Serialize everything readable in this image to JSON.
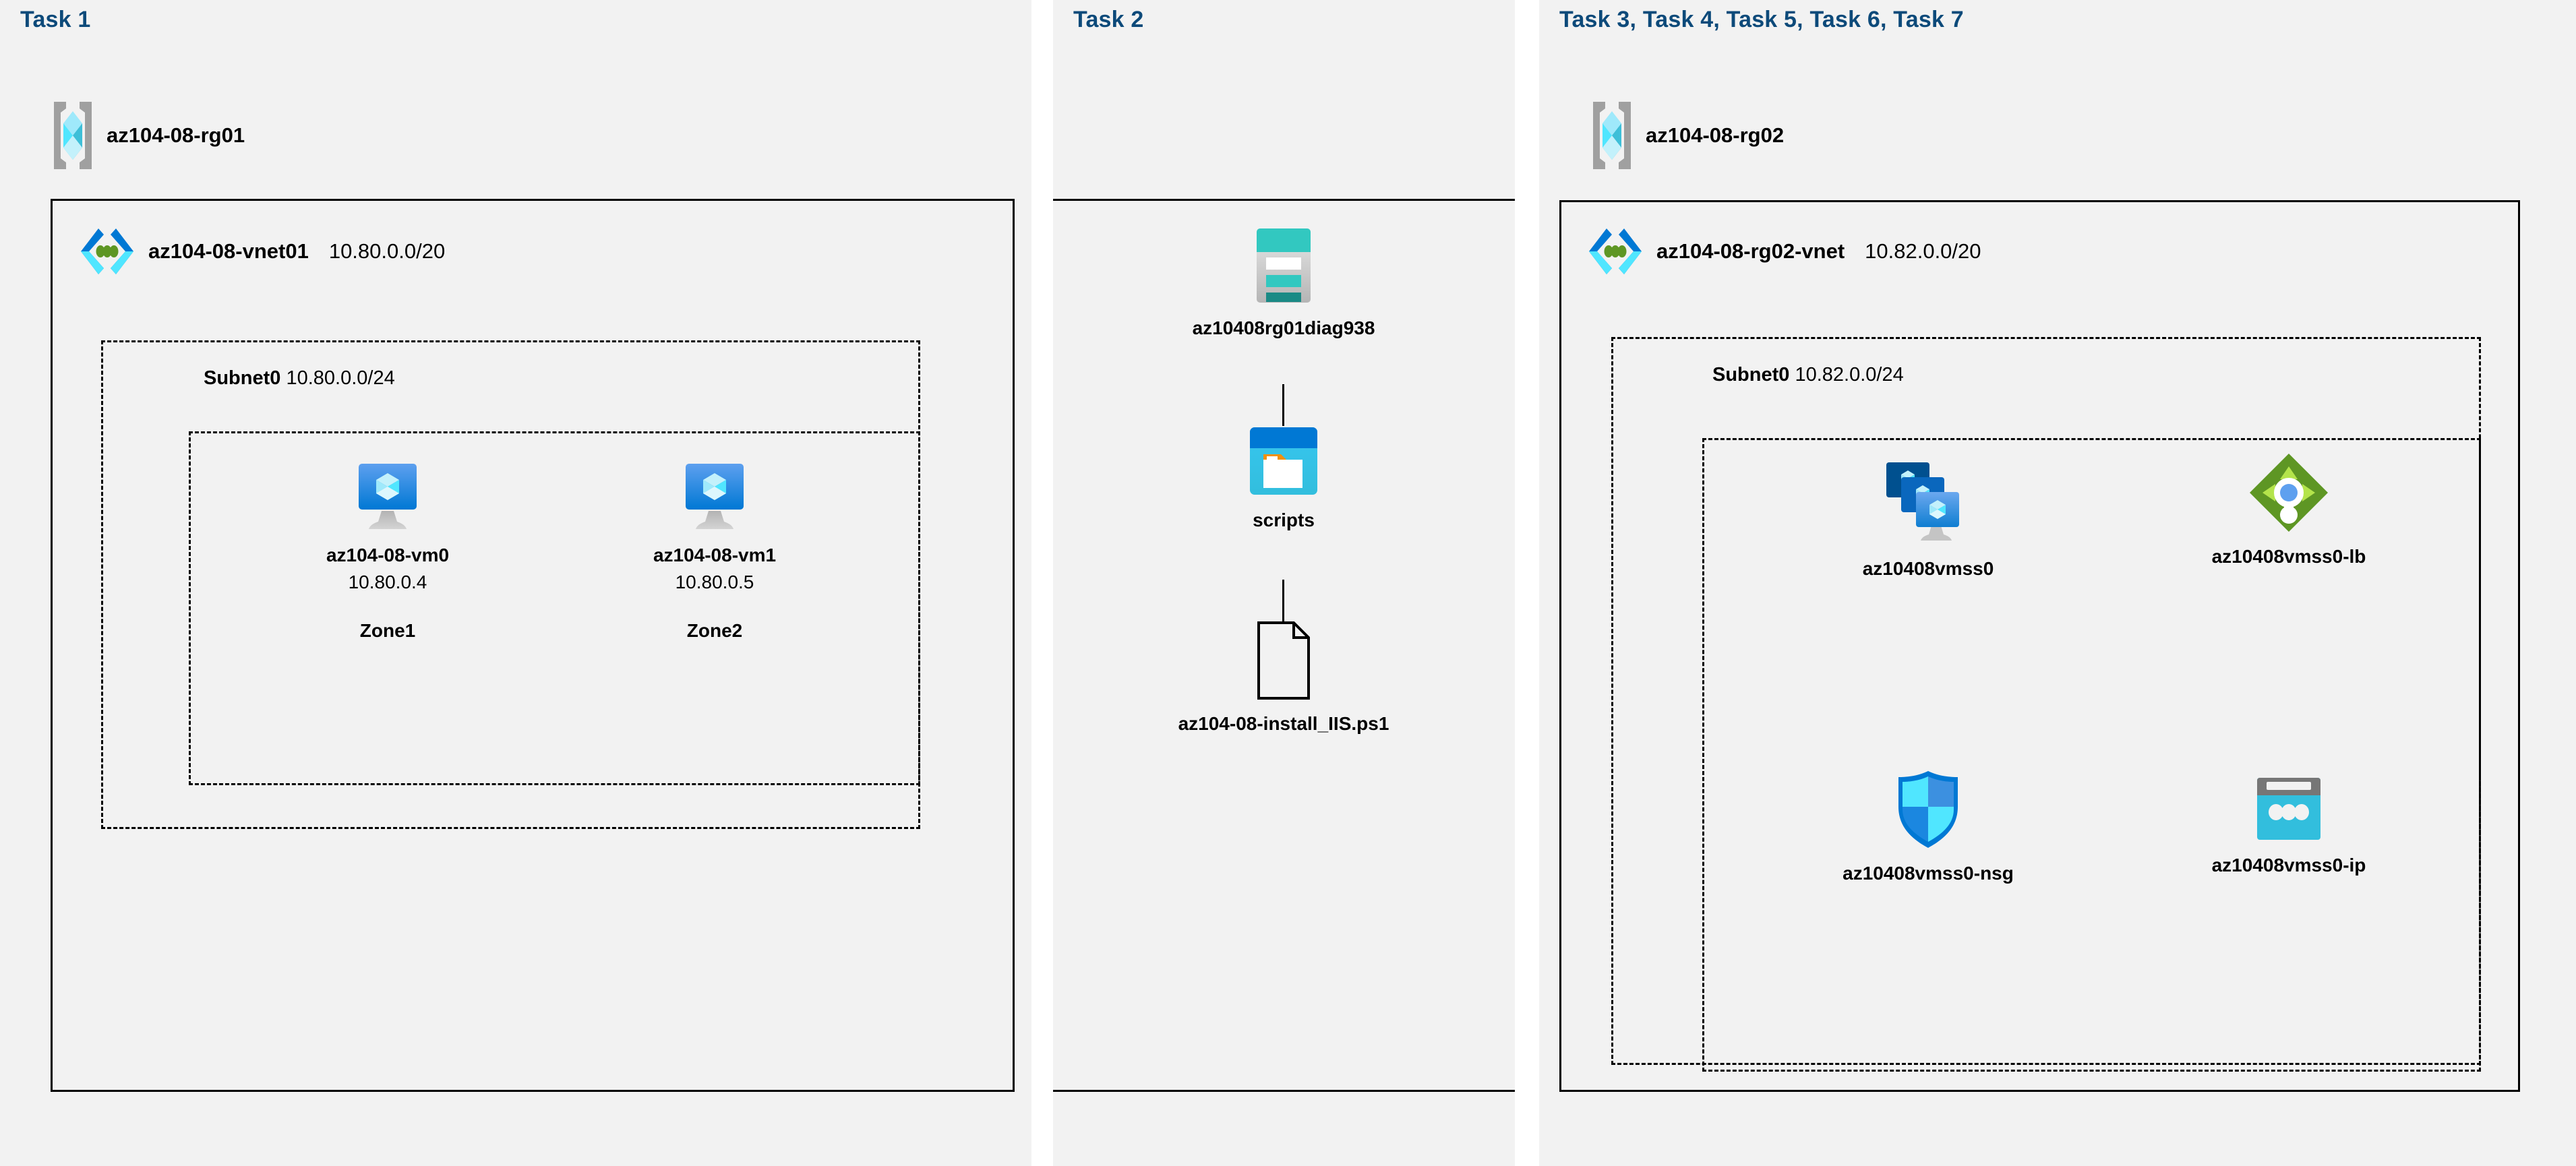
{
  "panels": [
    {
      "heading": "Task 1",
      "resource_group": {
        "name": "az104-08-rg01",
        "icon": "resource-group-icon"
      },
      "vnet": {
        "name": "az104-08-vnet01",
        "cidr": "10.80.0.0/20",
        "icon": "virtual-network-icon"
      },
      "subnet": {
        "name": "Subnet0",
        "cidr": "10.80.0.0/24"
      },
      "vms": [
        {
          "name": "az104-08-vm0",
          "ip": "10.80.0.4",
          "zone": "Zone1",
          "icon": "virtual-machine-icon"
        },
        {
          "name": "az104-08-vm1",
          "ip": "10.80.0.5",
          "zone": "Zone2",
          "icon": "virtual-machine-icon"
        }
      ]
    },
    {
      "heading": "Task 2",
      "nodes": [
        {
          "name": "az10408rg01diag938",
          "icon": "storage-account-icon"
        },
        {
          "name": "scripts",
          "icon": "blob-container-icon"
        },
        {
          "name": "az104-08-install_IIS.ps1",
          "icon": "script-file-icon"
        }
      ]
    },
    {
      "heading": "Task 3, Task 4, Task 5, Task 6, Task 7",
      "resource_group": {
        "name": "az104-08-rg02",
        "icon": "resource-group-icon"
      },
      "vnet": {
        "name": "az104-08-rg02-vnet",
        "cidr": "10.82.0.0/20",
        "icon": "virtual-network-icon"
      },
      "subnet": {
        "name": "Subnet0",
        "cidr": "10.82.0.0/24"
      },
      "resources": [
        {
          "name": "az10408vmss0",
          "icon": "vm-scale-set-icon"
        },
        {
          "name": "az10408vmss0-lb",
          "icon": "load-balancer-icon"
        },
        {
          "name": "az10408vmss0-nsg",
          "icon": "network-security-group-icon"
        },
        {
          "name": "az10408vmss0-ip",
          "icon": "public-ip-address-icon"
        }
      ]
    }
  ],
  "colors": {
    "heading": "#0d4a7a",
    "panel_background": "#f2f2f2",
    "page_background": "#ffffff",
    "border": "#000000",
    "azure_blue": "#0078d4",
    "cyan": "#32bedd",
    "teal": "#32c8c0",
    "green": "#6bb524",
    "orange": "#f2900d",
    "grey": "#767676"
  }
}
